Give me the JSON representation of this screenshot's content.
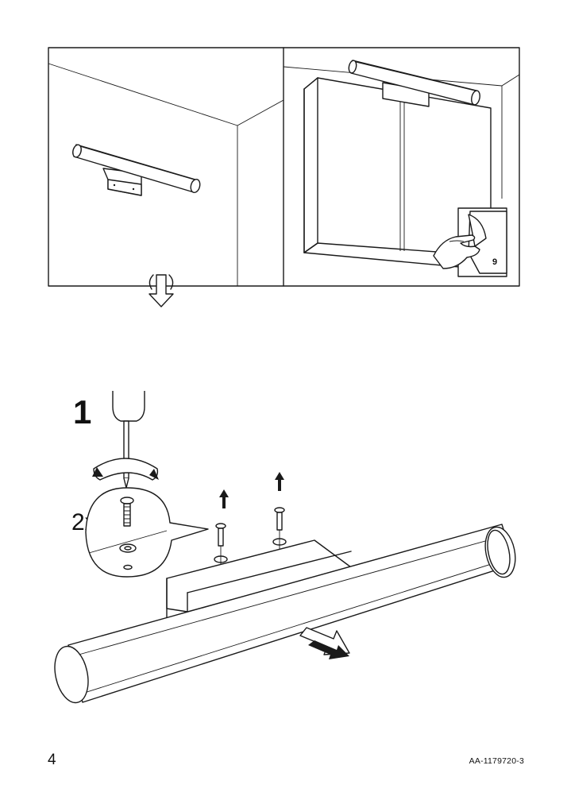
{
  "page": {
    "number": "4",
    "doc_code": "AA-1179720-3"
  },
  "reference": {
    "sheet_number": "9"
  },
  "step": {
    "number": "1",
    "quantity": "2x"
  }
}
